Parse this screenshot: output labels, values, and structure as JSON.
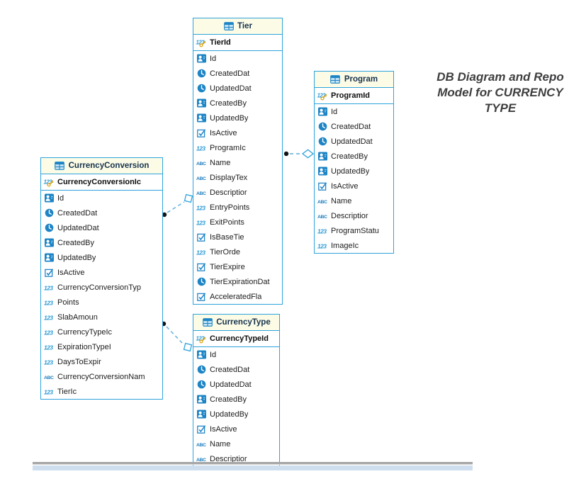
{
  "title": {
    "lines": [
      "DB Diagram and Repo",
      "Model for CURRENCY",
      "TYPE"
    ]
  },
  "colors": {
    "table_border": "#2EA3DC",
    "header_background": "#FCFCE6",
    "header_text": "#16324E",
    "field_text": "#1C1C1C",
    "icon_blue": "#1D84C5",
    "relationship_line": "#5FAEDC",
    "key_gold": "#DFA512",
    "scroll_track": "#CFDEEE",
    "bottom_rule": "#A6A6A6",
    "title_text": "#3E3E40"
  },
  "tables": {
    "tier": {
      "name": "Tier",
      "pk": "TierId",
      "fields": [
        {
          "icon": "person",
          "label": "Id"
        },
        {
          "icon": "clock",
          "label": "CreatedDat"
        },
        {
          "icon": "clock",
          "label": "UpdatedDat"
        },
        {
          "icon": "person",
          "label": "CreatedBy"
        },
        {
          "icon": "person",
          "label": "UpdatedBy"
        },
        {
          "icon": "check",
          "label": "IsActive"
        },
        {
          "icon": "num",
          "label": "ProgramIc"
        },
        {
          "icon": "text",
          "label": "Name"
        },
        {
          "icon": "text",
          "label": "DisplayTex"
        },
        {
          "icon": "text",
          "label": "Descriptior"
        },
        {
          "icon": "num",
          "label": "EntryPoints"
        },
        {
          "icon": "num",
          "label": "ExitPoints"
        },
        {
          "icon": "check",
          "label": "IsBaseTie"
        },
        {
          "icon": "num",
          "label": "TierOrde"
        },
        {
          "icon": "check",
          "label": "TierExpire"
        },
        {
          "icon": "clock",
          "label": "TierExpirationDat"
        },
        {
          "icon": "check",
          "label": "AcceleratedFla"
        }
      ]
    },
    "currency_conversion": {
      "name": "CurrencyConversion",
      "pk": "CurrencyConversionIc",
      "fields": [
        {
          "icon": "person",
          "label": "Id"
        },
        {
          "icon": "clock",
          "label": "CreatedDat"
        },
        {
          "icon": "clock",
          "label": "UpdatedDat"
        },
        {
          "icon": "person",
          "label": "CreatedBy"
        },
        {
          "icon": "person",
          "label": "UpdatedBy"
        },
        {
          "icon": "check",
          "label": "IsActive"
        },
        {
          "icon": "num",
          "label": "CurrencyConversionTyp"
        },
        {
          "icon": "num",
          "label": "Points"
        },
        {
          "icon": "num",
          "label": "SlabAmoun"
        },
        {
          "icon": "num",
          "label": "CurrencyTypeIc"
        },
        {
          "icon": "num",
          "label": "ExpirationTypeI"
        },
        {
          "icon": "num",
          "label": "DaysToExpir"
        },
        {
          "icon": "text",
          "label": "CurrencyConversionNam"
        },
        {
          "icon": "num",
          "label": "TierIc"
        }
      ]
    },
    "program": {
      "name": "Program",
      "pk": "ProgramId",
      "fields": [
        {
          "icon": "person",
          "label": "Id"
        },
        {
          "icon": "clock",
          "label": "CreatedDat"
        },
        {
          "icon": "clock",
          "label": "UpdatedDat"
        },
        {
          "icon": "person",
          "label": "CreatedBy"
        },
        {
          "icon": "person",
          "label": "UpdatedBy"
        },
        {
          "icon": "check",
          "label": "IsActive"
        },
        {
          "icon": "text",
          "label": "Name"
        },
        {
          "icon": "text",
          "label": "Descriptior"
        },
        {
          "icon": "num",
          "label": "ProgramStatu"
        },
        {
          "icon": "num",
          "label": "ImageIc"
        }
      ]
    },
    "currency_type": {
      "name": "CurrencyType",
      "pk": "CurrencyTypeId",
      "fields": [
        {
          "icon": "person",
          "label": "Id"
        },
        {
          "icon": "clock",
          "label": "CreatedDat"
        },
        {
          "icon": "clock",
          "label": "UpdatedDat"
        },
        {
          "icon": "person",
          "label": "CreatedBy"
        },
        {
          "icon": "person",
          "label": "UpdatedBy"
        },
        {
          "icon": "check",
          "label": "IsActive"
        },
        {
          "icon": "text",
          "label": "Name"
        },
        {
          "icon": "text",
          "label": "Descriptior"
        }
      ]
    }
  }
}
